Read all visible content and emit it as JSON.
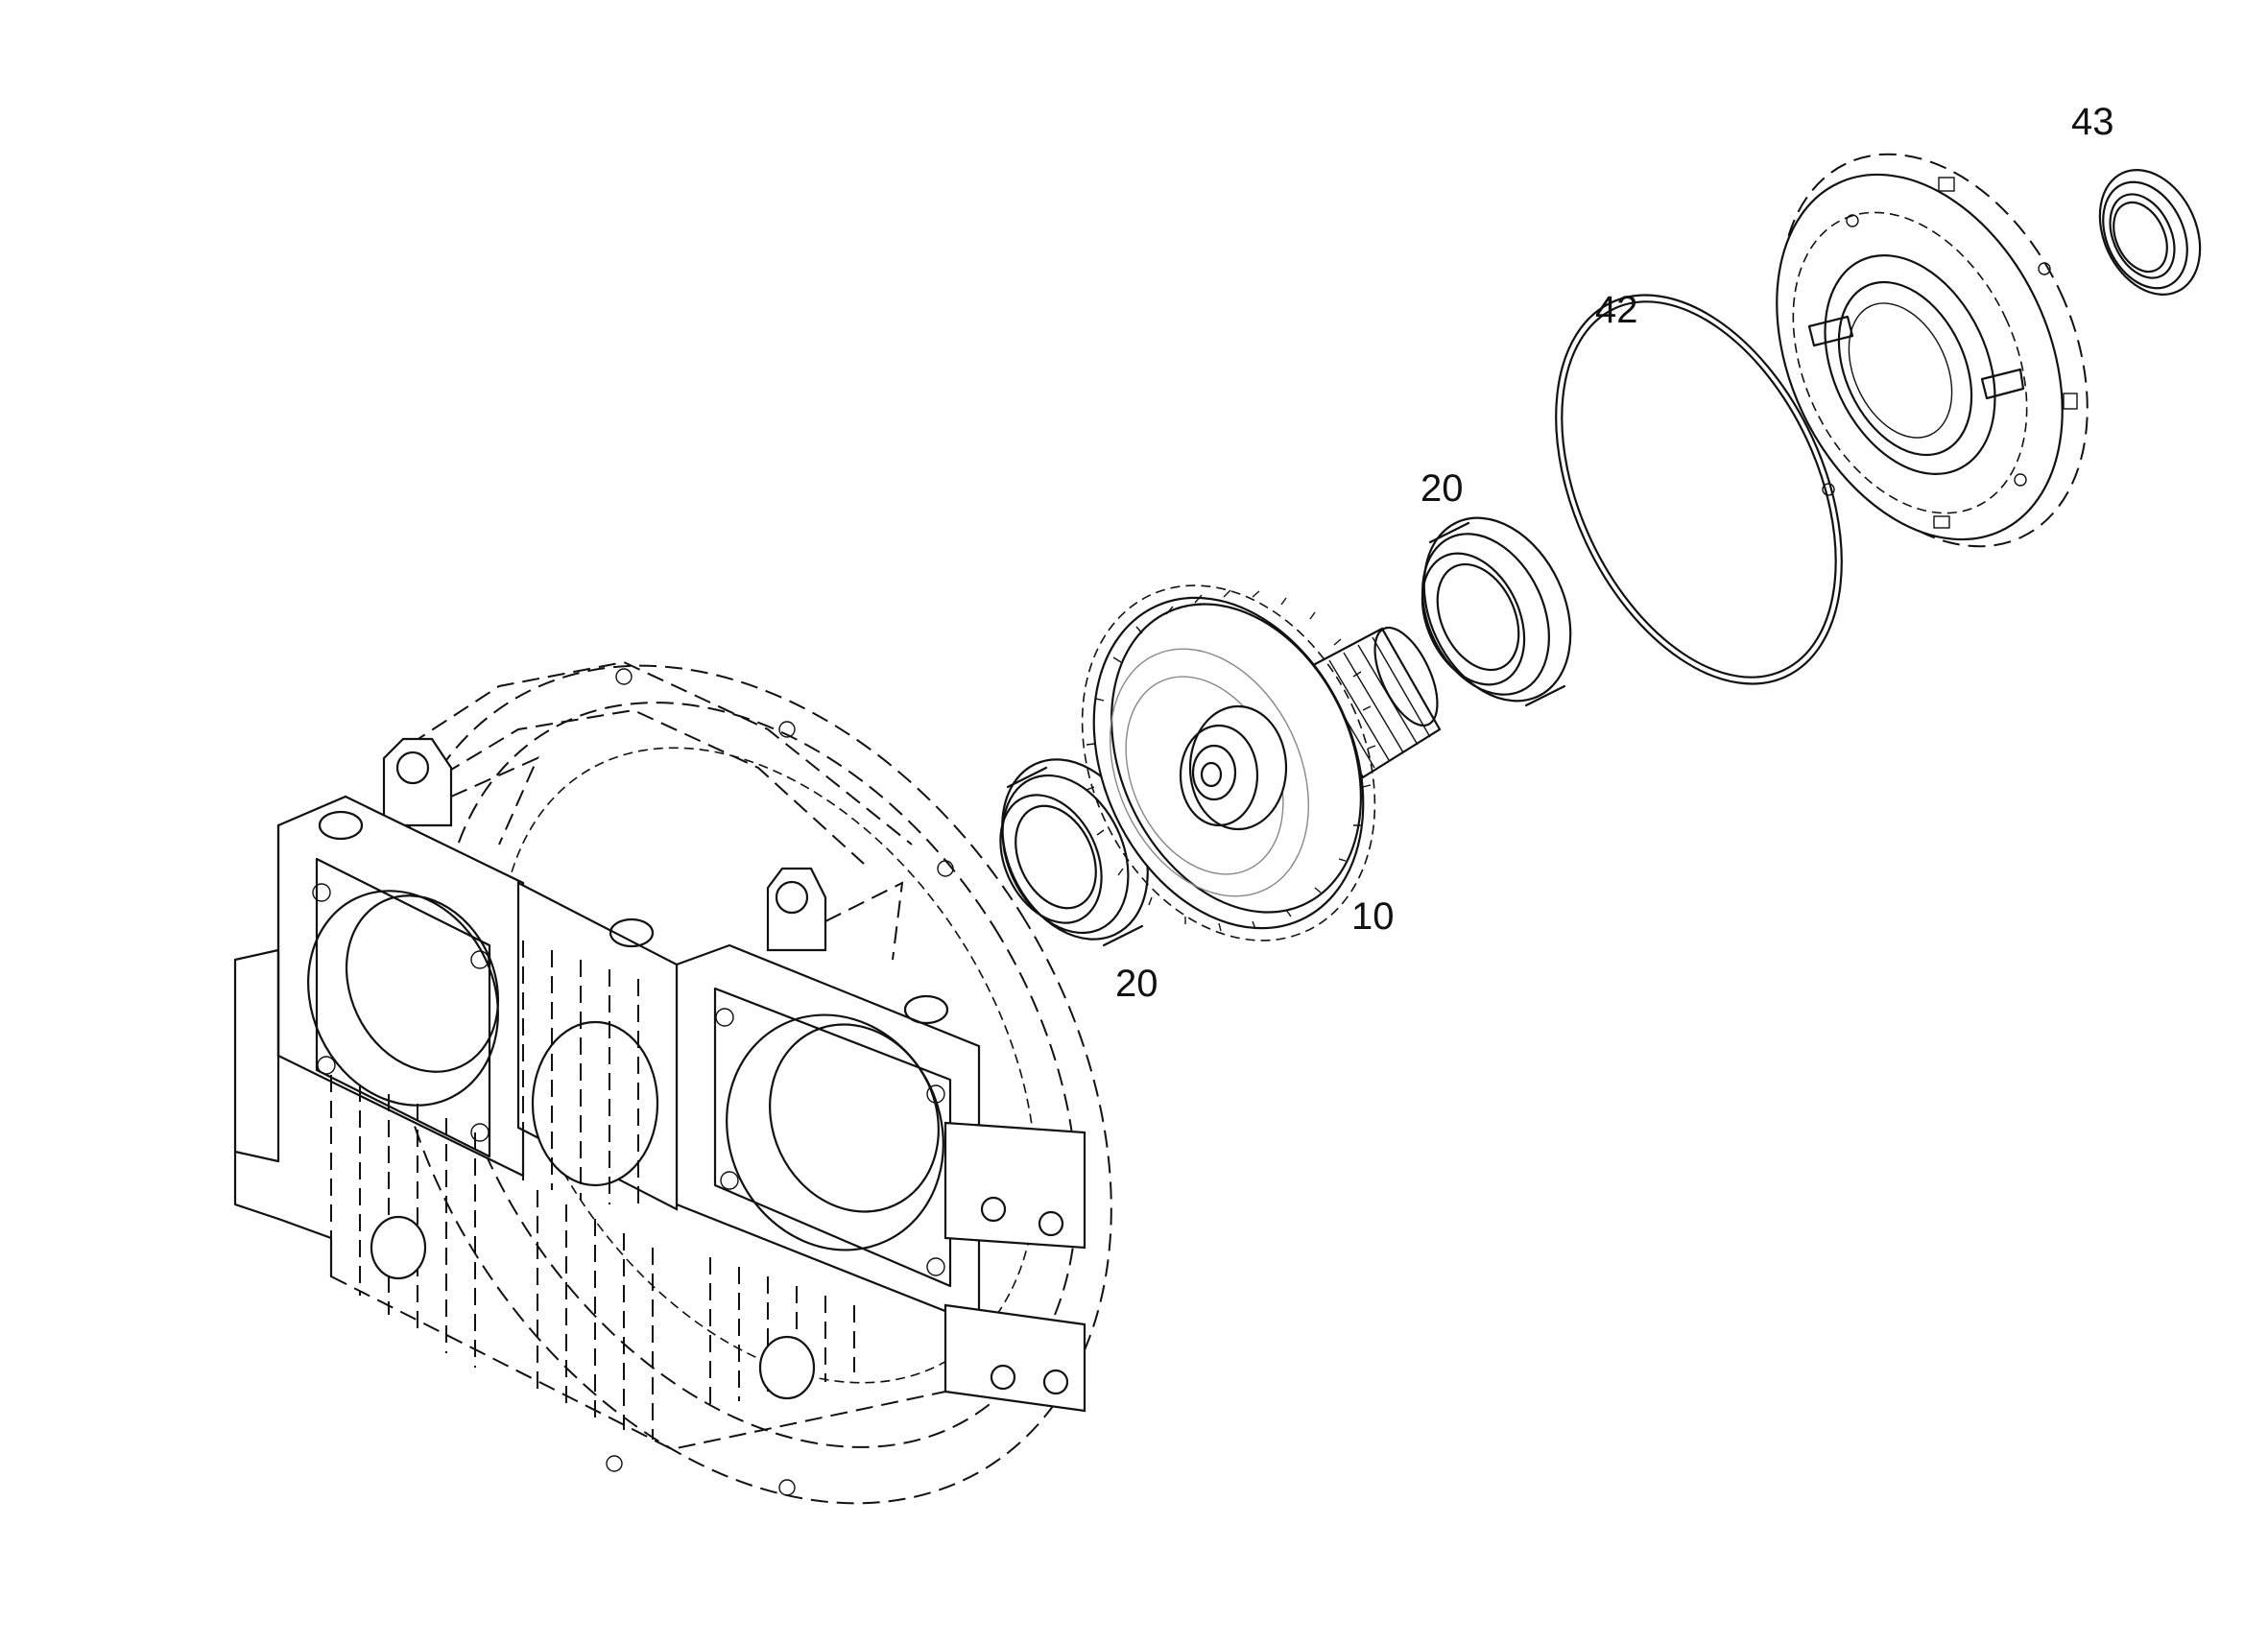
{
  "callouts": {
    "part_10": "10",
    "part_20_left": "20",
    "part_20_right": "20",
    "part_42": "42",
    "part_43": "43"
  },
  "colors": {
    "line": "#111111",
    "background": "#ffffff",
    "gear_face": "#888888"
  }
}
